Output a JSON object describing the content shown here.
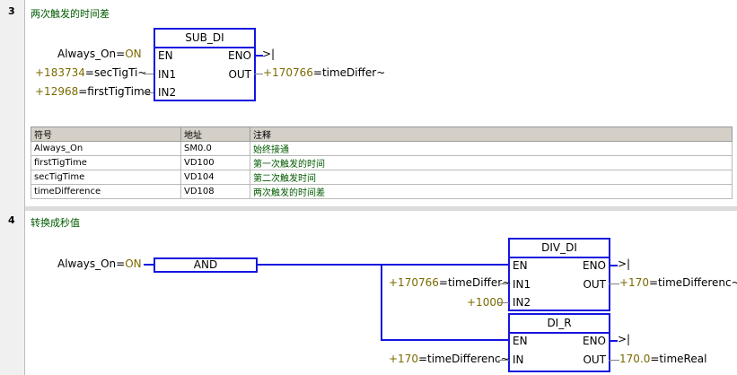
{
  "network3": {
    "number": "3",
    "title": "两次触发的时间差",
    "block": {
      "name": "SUB_DI",
      "en": "EN",
      "eno": "ENO",
      "in1": "IN1",
      "in2": "IN2",
      "out": "OUT",
      "en_operand": "Always_On",
      "en_value": "ON",
      "in1_value": "+183734",
      "in1_operand": "secTigTi~",
      "in2_value": "+12968",
      "in2_operand": "firstTigTime",
      "out_value": "+170766",
      "out_operand": "timeDiffer~",
      "eno_arrow": ">|"
    }
  },
  "symbol_table": {
    "headers": [
      "符号",
      "地址",
      "注释"
    ],
    "rows": [
      {
        "symbol": "Always_On",
        "address": "SM0.0",
        "comment": "始终接通"
      },
      {
        "symbol": "firstTigTime",
        "address": "VD100",
        "comment": "第一次触发的时间"
      },
      {
        "symbol": "secTigTime",
        "address": "VD104",
        "comment": "第二次触发时间"
      },
      {
        "symbol": "timeDifference",
        "address": "VD108",
        "comment": "两次触发的时间差"
      }
    ]
  },
  "network4": {
    "number": "4",
    "title": "转换成秒值",
    "en_operand": "Always_On",
    "en_value": "ON",
    "and_label": "AND",
    "div_block": {
      "name": "DIV_DI",
      "en": "EN",
      "eno": "ENO",
      "in1": "IN1",
      "in2": "IN2",
      "out": "OUT",
      "in1_value": "+170766",
      "in1_operand": "timeDiffer~",
      "in2_value": "+1000",
      "out_value": "+170",
      "out_operand": "timeDifferenc~",
      "eno_arrow": ">|"
    },
    "dir_block": {
      "name": "DI_R",
      "en": "EN",
      "eno": "ENO",
      "in": "IN",
      "out": "OUT",
      "in_value": "+170",
      "in_operand": "timeDifferenc~",
      "out_value": "170.0",
      "out_operand": "timeReal",
      "eno_arrow": ">|"
    }
  }
}
